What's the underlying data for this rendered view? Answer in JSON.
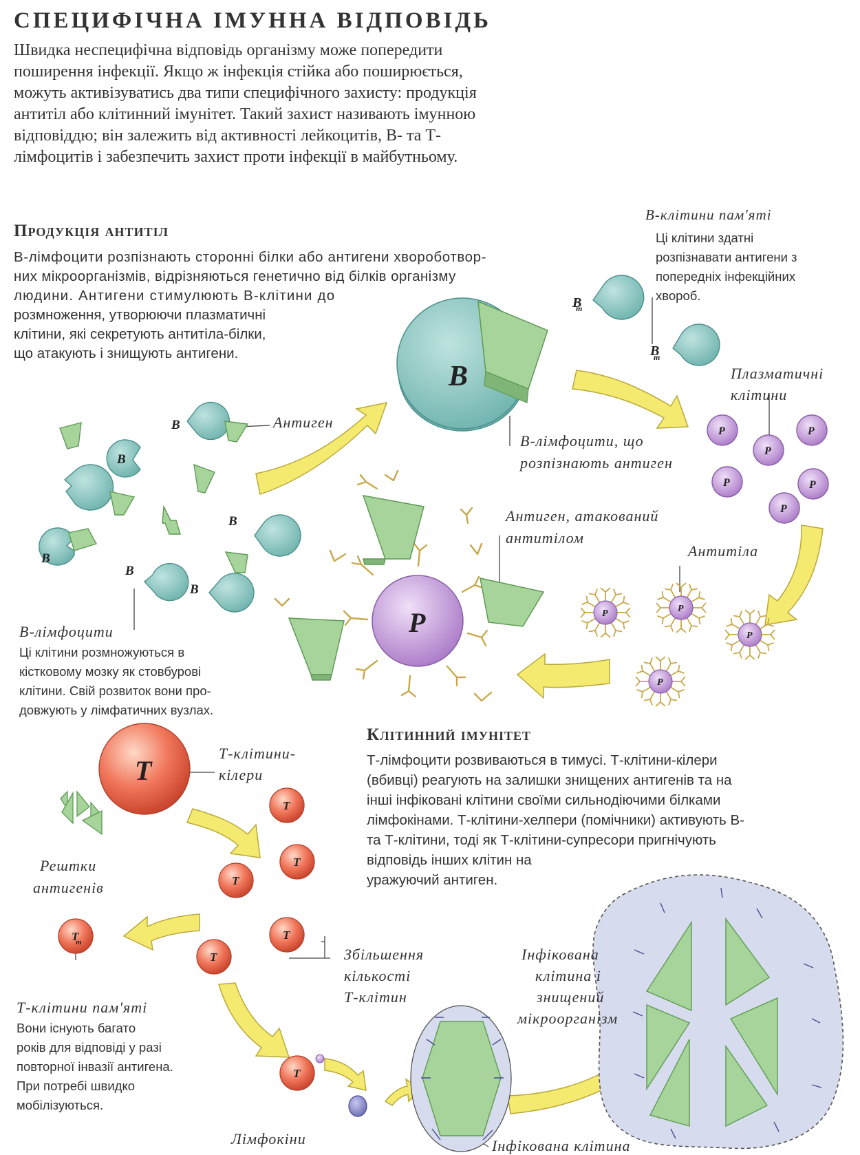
{
  "title": "СПЕЦИФІЧНА ІМУННА ВІДПОВІДЬ",
  "intro": [
    "Швидка неспецифічна відповідь організму може попередити",
    "поширення інфекції. Якщо ж інфекція стійка або поширюється,",
    "можуть активізуватись два типи специфічного захисту: продукція",
    "антитіл або клітинний імунітет. Такий захист називають імунною",
    "відповіддю; він залежить від активності лейкоцитів, В- та Т-",
    "лімфоцитів і забезпечить захист проти інфекції в майбутньому."
  ],
  "antibody_section": {
    "heading": "Продукція антитіл",
    "text": [
      "В-лімфоцити розпізнають сторонні білки або антигени хвороботвор-",
      "них мікроорганізмів, відрізняються генетично від білків організму",
      "людини. Антигени стимулюють В-клітини до",
      "розмноження, утворюючи плазматичні",
      "клітини, які секретують антитіла-білки,",
      "що атакують і знищують антигени."
    ]
  },
  "memory_b": {
    "label": "В-клітини пам'яті",
    "text": [
      "Ці клітини здатні",
      "розпізнавати антигени з",
      "попередніх інфекційних",
      "хвороб."
    ]
  },
  "labels": {
    "antigen": "Антиген",
    "b_recognize": [
      "В-лімфоцити, що",
      "розпізнають антиген"
    ],
    "plasma": [
      "Плазматичні",
      "клітини"
    ],
    "attacked": [
      "Антиген, атакований",
      "антитілом"
    ],
    "antibodies": "Антитіла",
    "b_lymph": "В-лімфоцити",
    "t_killers": [
      "Т-клітини-",
      "кілери"
    ],
    "remnants": [
      "Рештки",
      "антигенів"
    ],
    "increase": [
      "Збільшення",
      "кількості",
      "Т-клітин"
    ],
    "infected_destroyed": [
      "Інфікована",
      "клітина і",
      "знищений",
      "мікроорганізм"
    ],
    "lymphokines": "Лімфокіни",
    "infected_cell": "Інфікована клітина",
    "t_memory": "Т-клітини пам'яті"
  },
  "b_lymph_text": [
    "Ці клітини розмножуються в",
    "кістковому мозку як стовбурові",
    "клітини. Свій розвиток вони про-",
    "довжують у лімфатичних вузлах."
  ],
  "cell_section": {
    "heading": "Клітинний імунітет",
    "text": [
      "Т-лімфоцити розвиваються в тимусі. Т-клітини-кілери",
      "(вбивці) реагують на залишки знищених антигенів та на",
      "інші інфіковані клітини своїми сильнодіючими білками",
      "лімфокінами. Т-клітини-хелпери (помічники) активують В-",
      "та Т-клітини, тоді як Т-клітини-супресори пригнічують",
      "відповідь інших клітин на",
      "уражуючий антиген."
    ]
  },
  "t_memory_text": [
    "Вони існують багато",
    "років для відповіді у разі",
    "повторної інвазії антигена.",
    "При потребі швидко",
    "мобілізуються."
  ],
  "cell_letters": {
    "b": "B",
    "bm": "B",
    "m": "m",
    "p": "P",
    "t": "T"
  },
  "colors": {
    "b_cell": "#8fc9c4",
    "antigen": "#9ccf8f",
    "plasma": "#c9a3dc",
    "t_cell": "#e8735a",
    "arrow": "#f5e86a",
    "infected": "#d6dcee"
  }
}
